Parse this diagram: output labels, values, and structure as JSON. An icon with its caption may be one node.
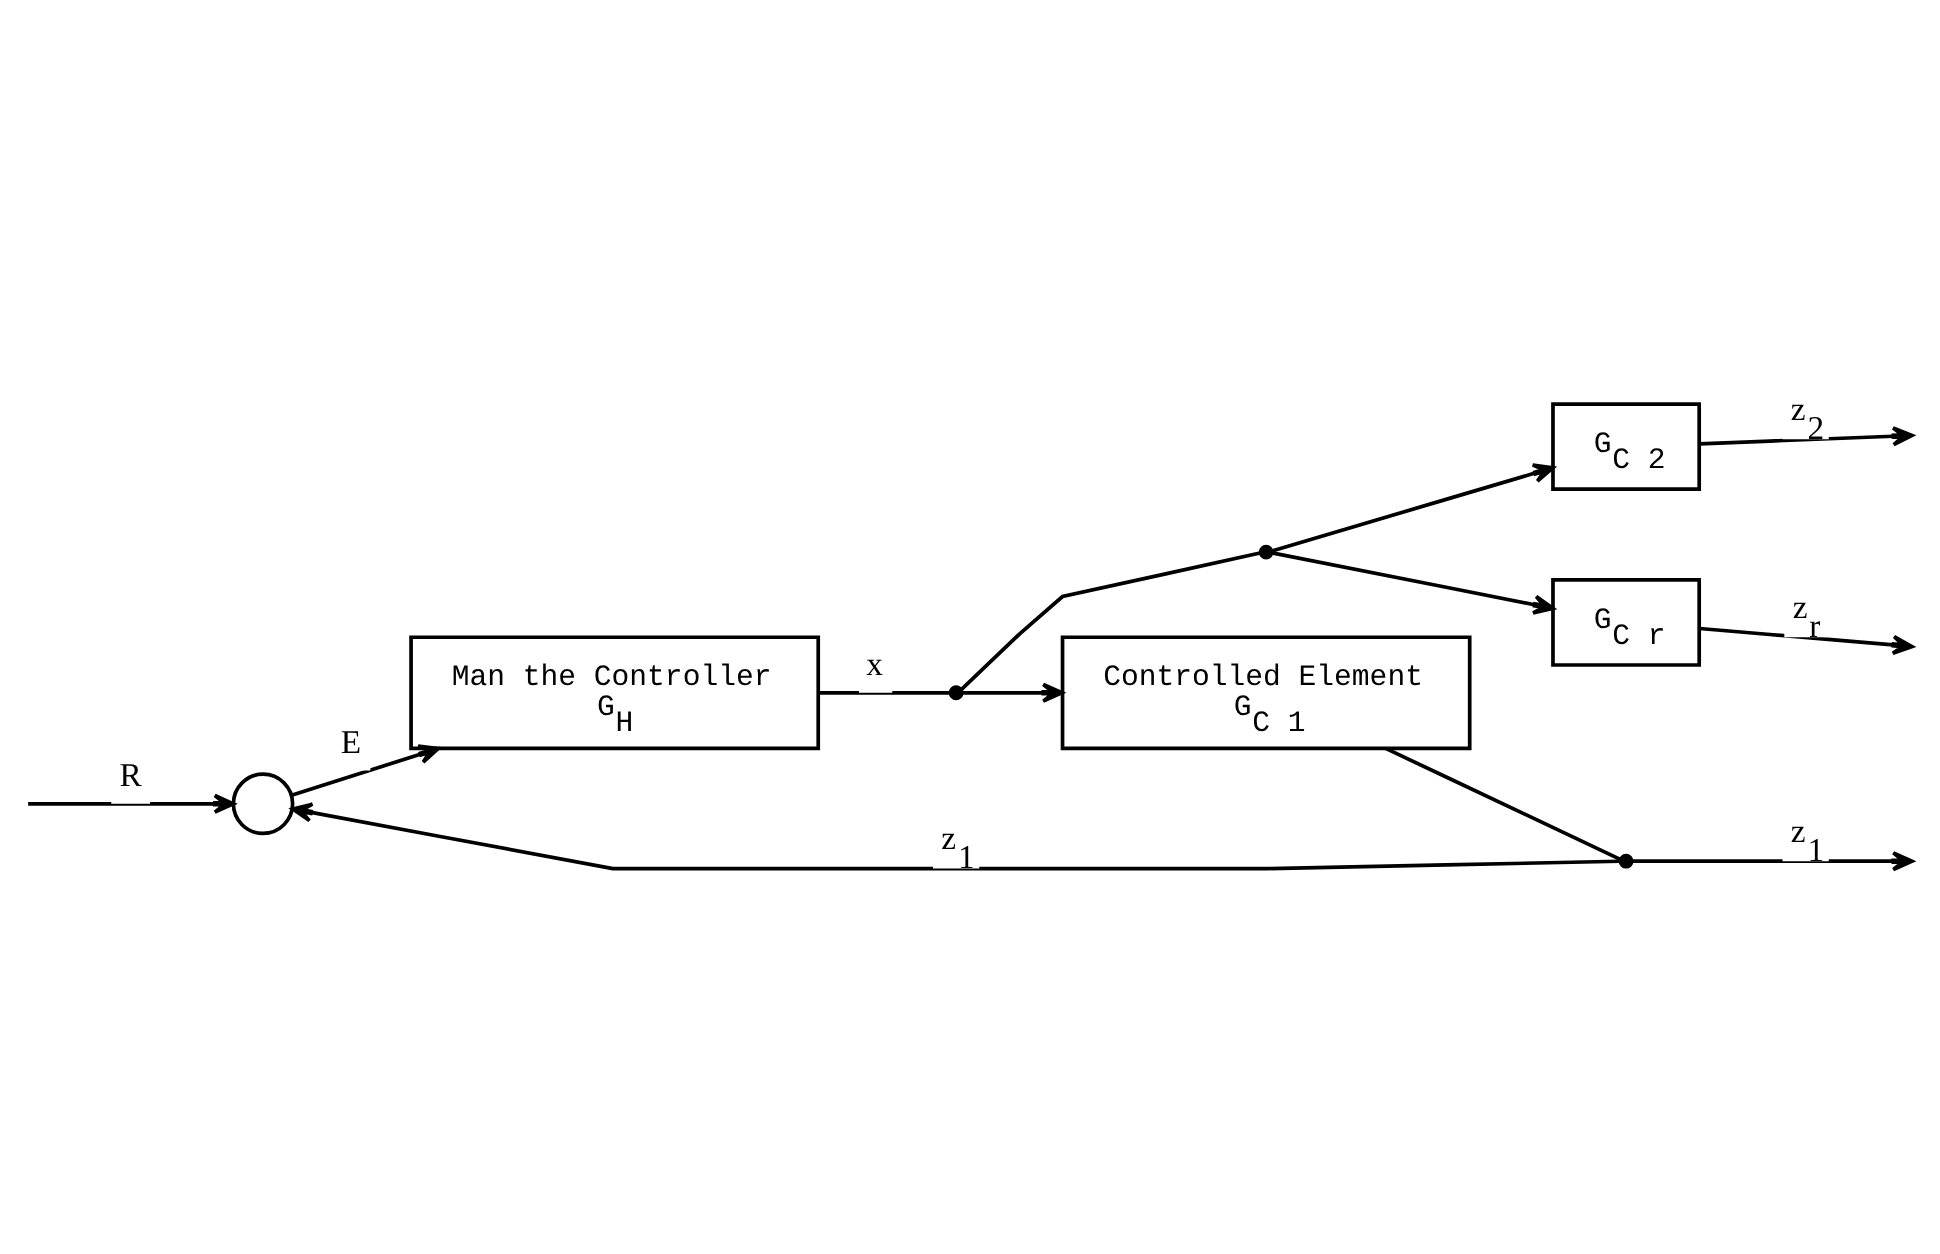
{
  "diagram": {
    "nodes": [
      {
        "text": [],
        "shape": "circle"
      },
      {
        "text": [
          "Man the Controller",
          "G$_{H}$"
        ]
      },
      {
        "text": [],
        "shape": "circle"
      },
      {
        "text": [
          "Controlled Element",
          "G$_{C 1}$"
        ]
      },
      {
        "text": [],
        "shape": "circle"
      },
      {
        "text": [
          "G$_{C 2}$"
        ]
      },
      {
        "text": [
          "G$_{C r}$"
        ]
      },
      {
        "text": [],
        "shape": "circle"
      }
    ],
    "edges": [
      {
        "from": null,
        "to": 0,
        "arrow": "to",
        "label": "R"
      },
      {
        "from": 0,
        "to": 1,
        "arrow": "to",
        "label": "E"
      },
      {
        "from": 1,
        "to": 2,
        "arrow": "none",
        "label": "x"
      },
      {
        "from": 2,
        "to": 3,
        "arrow": "to"
      },
      {
        "from": 2,
        "to": 4,
        "arrow": "none"
      },
      {
        "from": 4,
        "to": 5,
        "arrow": "to"
      },
      {
        "from": 4,
        "to": 6,
        "arrow": "to"
      },
      {
        "from": 3,
        "to": 7,
        "arrow": "none"
      },
      {
        "from": 7,
        "to": 0,
        "arrow": "to",
        "label": "z$_{1}$"
      },
      {
        "from": 7,
        "to": null,
        "arrow": "to",
        "label": "z$_{1}$"
      },
      {
        "from": 5,
        "to": null,
        "arrow": "to",
        "label": "z$_{2}$"
      },
      {
        "from": 6,
        "to": null,
        "arrow": "to",
        "label": "z$_{r}$"
      }
    ]
  }
}
